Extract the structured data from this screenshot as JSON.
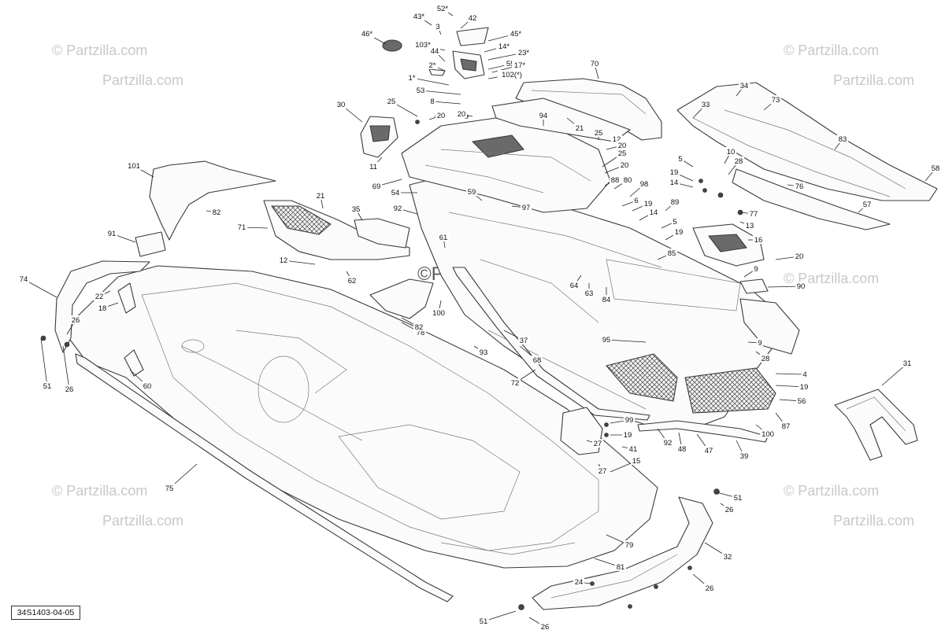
{
  "diagram_ref": "34S1403-04-05",
  "watermark": {
    "brand": "Partzilla.com",
    "corner_text": "© Partzilla.com",
    "center_text": "©Partzilla.com"
  },
  "callouts": [
    "52*",
    "43*",
    "42",
    "3",
    "46*",
    "45*",
    "103*",
    "14*",
    "44",
    "23*",
    "55*",
    "2*",
    "17*",
    "102(*)",
    "1*",
    "53",
    "8",
    "70",
    "25",
    "20",
    "20",
    "30",
    "34",
    "33",
    "73",
    "94",
    "21",
    "12",
    "25",
    "20",
    "11",
    "25",
    "69",
    "20",
    "83",
    "5",
    "10",
    "28",
    "19",
    "14",
    "58",
    "101",
    "88",
    "80",
    "98",
    "54",
    "59",
    "6",
    "19",
    "76",
    "21",
    "35",
    "97",
    "14",
    "89",
    "77",
    "82",
    "92",
    "13",
    "57",
    "71",
    "61",
    "5",
    "19",
    "16",
    "91",
    "85",
    "12",
    "20",
    "62",
    "64",
    "63",
    "84",
    "9",
    "74",
    "22",
    "18",
    "90",
    "100",
    "26",
    "78",
    "82",
    "93",
    "37",
    "95",
    "9",
    "51",
    "26",
    "68",
    "28",
    "72",
    "4",
    "60",
    "19",
    "56",
    "31",
    "99",
    "27",
    "19",
    "92",
    "48",
    "47",
    "39",
    "100",
    "87",
    "41",
    "15",
    "27",
    "75",
    "51",
    "26",
    "79",
    "32",
    "81",
    "24",
    "26",
    "51",
    "26"
  ]
}
